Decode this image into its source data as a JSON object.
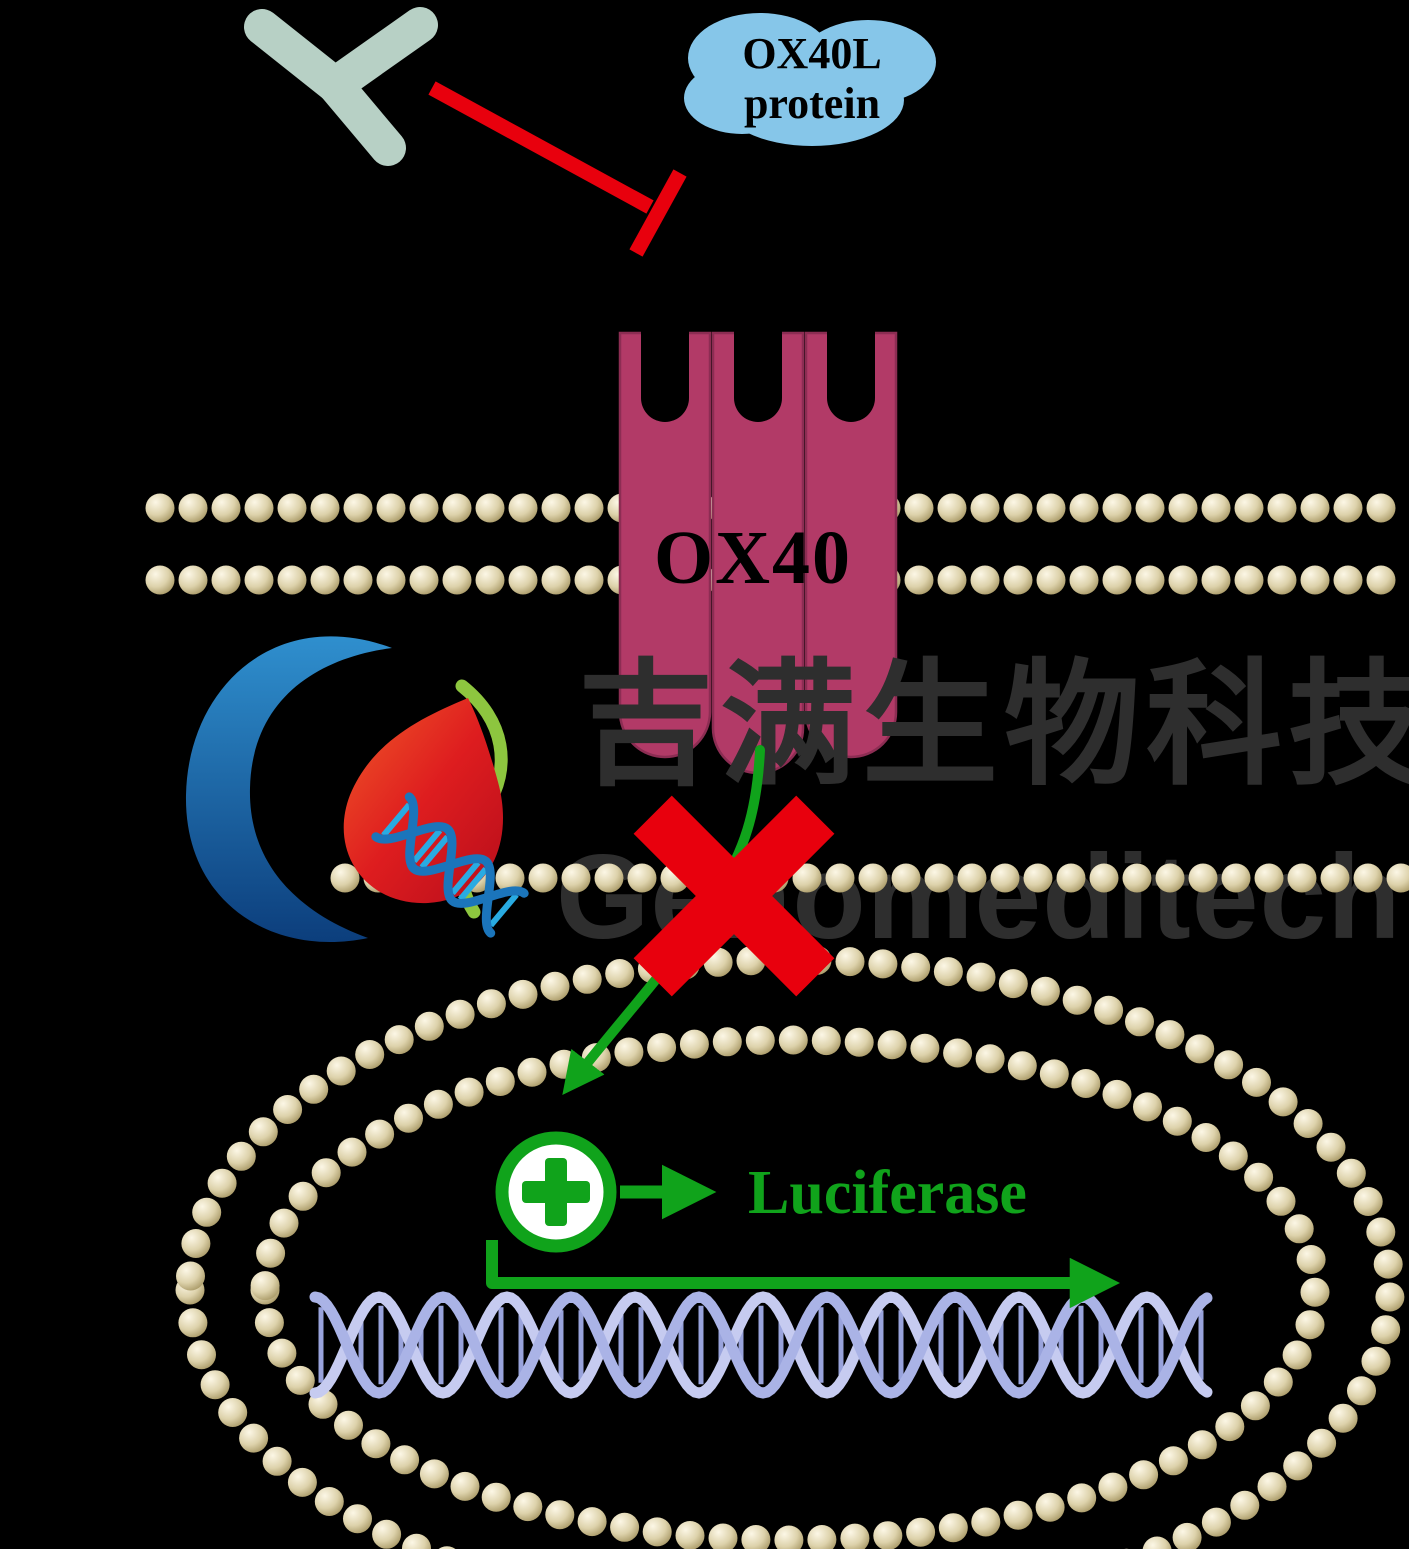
{
  "diagram": {
    "background_color": "#000000",
    "ligand": {
      "name_line1": "OX40L",
      "name_line2": "protein",
      "blob_color": "#86c6e9",
      "text_color": "#000000"
    },
    "antibody": {
      "color": "#b7d0c5"
    },
    "inhibition": {
      "color": "#e8000d"
    },
    "receptor": {
      "label": "OX40",
      "bar_color": "#b23a67",
      "bar_edge_color": "#8c2d53",
      "label_color": "#000000"
    },
    "membrane": {
      "bead_color": "#d9cda6"
    },
    "signal": {
      "color": "#10a31b"
    },
    "block_cross": {
      "color": "#e8000d"
    },
    "reporter": {
      "label": "Luciferase",
      "color": "#10a31b"
    },
    "dna": {
      "strand_color": "#c6cbf0",
      "strand_color_2": "#aab3e6",
      "rung_color": "#99a3dc"
    },
    "watermark": {
      "cjk_text": "吉满生物科技",
      "latin_text": "Genomeditech",
      "color": "#2e2e2e"
    },
    "logo": {
      "blue": "#1b75bb",
      "red": "#d7181f",
      "green": "#8dc63f",
      "dna_rung": "#29abe2"
    }
  }
}
